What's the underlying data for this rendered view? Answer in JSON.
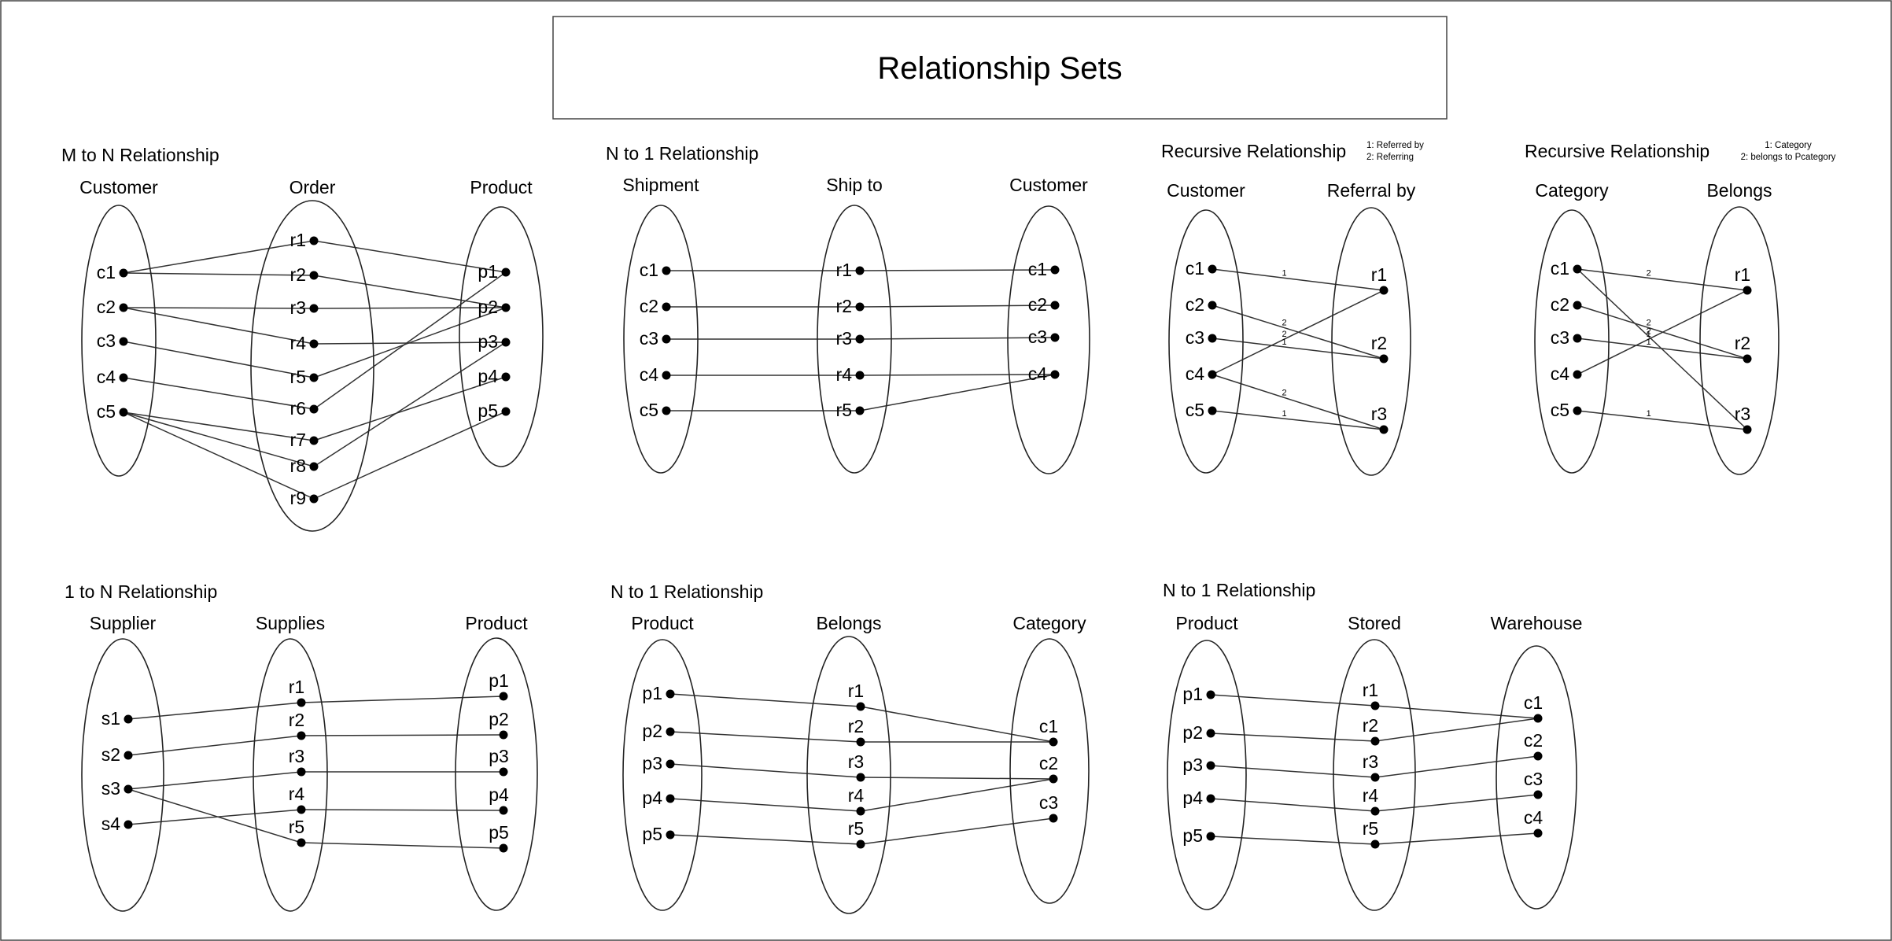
{
  "title": "Relationship Sets",
  "diagrams": [
    {
      "id": "m-to-n",
      "heading": "M to N Relationship",
      "legend": [],
      "columns": [
        {
          "label": "Customer",
          "items": [
            "c1",
            "c2",
            "c3",
            "c4",
            "c5"
          ]
        },
        {
          "label": "Order",
          "items": [
            "r1",
            "r2",
            "r3",
            "r4",
            "r5",
            "r6",
            "r7",
            "r8",
            "r9"
          ]
        },
        {
          "label": "Product",
          "items": [
            "p1",
            "p2",
            "p3",
            "p4",
            "p5"
          ]
        }
      ],
      "links": [
        [
          "0.c1",
          "1.r1",
          ""
        ],
        [
          "0.c1",
          "1.r2",
          ""
        ],
        [
          "0.c2",
          "1.r3",
          ""
        ],
        [
          "0.c2",
          "1.r4",
          ""
        ],
        [
          "0.c3",
          "1.r5",
          ""
        ],
        [
          "0.c4",
          "1.r6",
          ""
        ],
        [
          "0.c5",
          "1.r7",
          ""
        ],
        [
          "0.c5",
          "1.r8",
          ""
        ],
        [
          "0.c5",
          "1.r9",
          ""
        ],
        [
          "1.r1",
          "2.p1",
          ""
        ],
        [
          "1.r2",
          "2.p2",
          ""
        ],
        [
          "1.r3",
          "2.p2",
          ""
        ],
        [
          "1.r4",
          "2.p3",
          ""
        ],
        [
          "1.r5",
          "2.p2",
          ""
        ],
        [
          "1.r6",
          "2.p1",
          ""
        ],
        [
          "1.r7",
          "2.p4",
          ""
        ],
        [
          "1.r8",
          "2.p3",
          ""
        ],
        [
          "1.r9",
          "2.p5",
          ""
        ]
      ]
    },
    {
      "id": "n-to-1-ship",
      "heading": "N to 1 Relationship",
      "legend": [],
      "columns": [
        {
          "label": "Shipment",
          "items": [
            "c1",
            "c2",
            "c3",
            "c4",
            "c5"
          ]
        },
        {
          "label": "Ship to",
          "items": [
            "r1",
            "r2",
            "r3",
            "r4",
            "r5"
          ]
        },
        {
          "label": "Customer",
          "items": [
            "c1",
            "c2",
            "c3",
            "c4"
          ]
        }
      ],
      "links": [
        [
          "0.c1",
          "1.r1",
          ""
        ],
        [
          "0.c2",
          "1.r2",
          ""
        ],
        [
          "0.c3",
          "1.r3",
          ""
        ],
        [
          "0.c4",
          "1.r4",
          ""
        ],
        [
          "0.c5",
          "1.r5",
          ""
        ],
        [
          "1.r1",
          "2.c1",
          ""
        ],
        [
          "1.r2",
          "2.c2",
          ""
        ],
        [
          "1.r3",
          "2.c3",
          ""
        ],
        [
          "1.r4",
          "2.c4",
          ""
        ],
        [
          "1.r5",
          "2.c4",
          ""
        ]
      ]
    },
    {
      "id": "recursive-referral",
      "heading": "Recursive Relationship",
      "legend": [
        "1: Referred by",
        "2: Referring"
      ],
      "columns": [
        {
          "label": "Customer",
          "items": [
            "c1",
            "c2",
            "c3",
            "c4",
            "c5"
          ]
        },
        {
          "label": "Referral by",
          "items": [
            "r1",
            "r2",
            "r3"
          ]
        }
      ],
      "links": [
        [
          "0.c1",
          "1.r1",
          "1"
        ],
        [
          "0.c4",
          "1.r1",
          "2"
        ],
        [
          "0.c2",
          "1.r2",
          "2"
        ],
        [
          "0.c3",
          "1.r2",
          "1"
        ],
        [
          "0.c4",
          "1.r3",
          "2"
        ],
        [
          "0.c5",
          "1.r3",
          "1"
        ]
      ]
    },
    {
      "id": "recursive-category",
      "heading": "Recursive Relationship",
      "legend": [
        "1: Category",
        "2: belongs to Pcategory"
      ],
      "columns": [
        {
          "label": "Category",
          "items": [
            "c1",
            "c2",
            "c3",
            "c4",
            "c5"
          ]
        },
        {
          "label": "Belongs",
          "items": [
            "r1",
            "r2",
            "r3"
          ]
        }
      ],
      "links": [
        [
          "0.c1",
          "1.r1",
          "2"
        ],
        [
          "0.c1",
          "1.r3",
          "2"
        ],
        [
          "0.c2",
          "1.r2",
          "2"
        ],
        [
          "0.c3",
          "1.r2",
          "1"
        ],
        [
          "0.c4",
          "1.r1",
          "1"
        ],
        [
          "0.c5",
          "1.r3",
          "1"
        ]
      ]
    },
    {
      "id": "one-to-n",
      "heading": "1 to N Relationship",
      "legend": [],
      "columns": [
        {
          "label": "Supplier",
          "items": [
            "s1",
            "s2",
            "s3",
            "s4"
          ]
        },
        {
          "label": "Supplies",
          "items": [
            "r1",
            "r2",
            "r3",
            "r4",
            "r5"
          ]
        },
        {
          "label": "Product",
          "items": [
            "p1",
            "p2",
            "p3",
            "p4",
            "p5"
          ]
        }
      ],
      "links": [
        [
          "0.s1",
          "1.r1",
          ""
        ],
        [
          "0.s2",
          "1.r2",
          ""
        ],
        [
          "0.s3",
          "1.r3",
          ""
        ],
        [
          "0.s3",
          "1.r5",
          ""
        ],
        [
          "0.s4",
          "1.r4",
          ""
        ],
        [
          "1.r1",
          "2.p1",
          ""
        ],
        [
          "1.r2",
          "2.p2",
          ""
        ],
        [
          "1.r3",
          "2.p3",
          ""
        ],
        [
          "1.r4",
          "2.p4",
          ""
        ],
        [
          "1.r5",
          "2.p5",
          ""
        ]
      ]
    },
    {
      "id": "n-to-1-category",
      "heading": "N to 1 Relationship",
      "legend": [],
      "columns": [
        {
          "label": "Product",
          "items": [
            "p1",
            "p2",
            "p3",
            "p4",
            "p5"
          ]
        },
        {
          "label": "Belongs",
          "items": [
            "r1",
            "r2",
            "r3",
            "r4",
            "r5"
          ]
        },
        {
          "label": "Category",
          "items": [
            "c1",
            "c2",
            "c3"
          ]
        }
      ],
      "links": [
        [
          "0.p1",
          "1.r1",
          ""
        ],
        [
          "0.p2",
          "1.r2",
          ""
        ],
        [
          "0.p3",
          "1.r3",
          ""
        ],
        [
          "0.p4",
          "1.r4",
          ""
        ],
        [
          "0.p5",
          "1.r5",
          ""
        ],
        [
          "1.r1",
          "2.c1",
          ""
        ],
        [
          "1.r2",
          "2.c1",
          ""
        ],
        [
          "1.r3",
          "2.c2",
          ""
        ],
        [
          "1.r4",
          "2.c2",
          ""
        ],
        [
          "1.r5",
          "2.c3",
          ""
        ]
      ]
    },
    {
      "id": "n-to-1-warehouse",
      "heading": "N to 1 Relationship",
      "legend": [],
      "columns": [
        {
          "label": "Product",
          "items": [
            "p1",
            "p2",
            "p3",
            "p4",
            "p5"
          ]
        },
        {
          "label": "Stored",
          "items": [
            "r1",
            "r2",
            "r3",
            "r4",
            "r5"
          ]
        },
        {
          "label": "Warehouse",
          "items": [
            "c1",
            "c2",
            "c3",
            "c4"
          ]
        }
      ],
      "links": [
        [
          "0.p1",
          "1.r1",
          ""
        ],
        [
          "0.p2",
          "1.r2",
          ""
        ],
        [
          "0.p3",
          "1.r3",
          ""
        ],
        [
          "0.p4",
          "1.r4",
          ""
        ],
        [
          "0.p5",
          "1.r5",
          ""
        ],
        [
          "1.r1",
          "2.c1",
          ""
        ],
        [
          "1.r2",
          "2.c1",
          ""
        ],
        [
          "1.r3",
          "2.c2",
          ""
        ],
        [
          "1.r4",
          "2.c3",
          ""
        ],
        [
          "1.r5",
          "2.c4",
          ""
        ]
      ]
    }
  ]
}
